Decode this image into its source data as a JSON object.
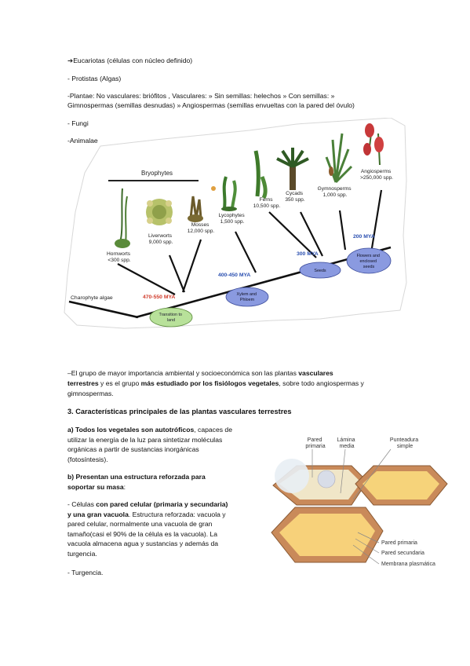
{
  "intro": {
    "line1": "➔Eucariotas (células con núcleo definido)",
    "line2": "- Protistas (Algas)",
    "line3a": "-Plantae: No vasculares: briófitos ,  Vasculares: » Sin semillas: helechos » Con semillas: »",
    "line3b": "Gimnospermas (semillas desnudas) » Angiospermas (semillas envueltas con la pared del óvulo)",
    "line4": "- Fungi",
    "line5": "-Animalae"
  },
  "phylogeny": {
    "bryophytes_label": "Bryophytes",
    "charophyte": "Charophyte algae",
    "hornworts": [
      "Hornworts",
      "<300 spp."
    ],
    "liverworts": [
      "Liverworts",
      "9,000 spp."
    ],
    "mosses": [
      "Mosses",
      "12,000 spp."
    ],
    "lycophytes": [
      "Lycophytes",
      "1,500 spp."
    ],
    "ferns": [
      "Ferns",
      "10,500 spp."
    ],
    "cycads": [
      "Cycads",
      "350 spp."
    ],
    "gymnosperms": [
      "Gymnosperms",
      "1,000 spp."
    ],
    "angiosperms": [
      "Angiosperms",
      ">250,000 spp."
    ],
    "mya_470": "470-550 MYA",
    "mya_400": "400-450 MYA",
    "mya_300": "300 MYA",
    "mya_200": "200 MYA",
    "event_land": [
      "Transition to",
      "land"
    ],
    "event_xylem": [
      "Xylem and",
      "Phloem"
    ],
    "event_seeds": "Seeds",
    "event_flowers": [
      "Flowers and",
      "enclosed",
      "seeds"
    ]
  },
  "para1": {
    "p1a": "–El grupo de mayor importancia ambiental y socioeconómica son las plantas ",
    "p1b": "vasculares",
    "p2a": "terrestres",
    "p2b": " y es el grupo ",
    "p2c": "más estudiado por los fisiólogos vegetales",
    "p2d": ", sobre todo angiospermas y",
    "p3": "gimnospermas."
  },
  "section_title": "3. Características principales de las plantas vasculares terrestres",
  "item_a": {
    "bold": "a) Todos los vegetales son autotróficos",
    "l1": ", capaces de",
    "l2": "utilizar la energía de la luz para sintetizar moléculas",
    "l3": "orgánicas a partir de sustancias inorgánicas",
    "l4": "(fotosíntesis)."
  },
  "item_b": {
    "l1": "b) Presentan una estructura reforzada para",
    "l2": "soportar su masa",
    "l2b": ":"
  },
  "cells": {
    "l1a": "- Células ",
    "l1b": "con pared celular (primaria y secundaria)",
    "l2a": "y una gran vacuola",
    "l2b": ". Estructura reforzada: vacuola y",
    "l3": "pared celular, normalmente una vacuola de gran",
    "l4": "tamaño(casi el 90% de la célula es la vacuola).  La",
    "l5": "vacuola almacena agua y sustancias y además da",
    "l6": "turgencia."
  },
  "turgencia": "- Turgencia.",
  "cell_figure": {
    "pared_primaria_top": [
      "Pared",
      "primaria"
    ],
    "lamina_media": [
      "Lámina",
      "media"
    ],
    "punteadura": [
      "Punteadura",
      "simple"
    ],
    "pared_primaria": "Pared primaria",
    "pared_secundaria": "Pared secundaria",
    "membrana": "Membrana plasmática"
  }
}
